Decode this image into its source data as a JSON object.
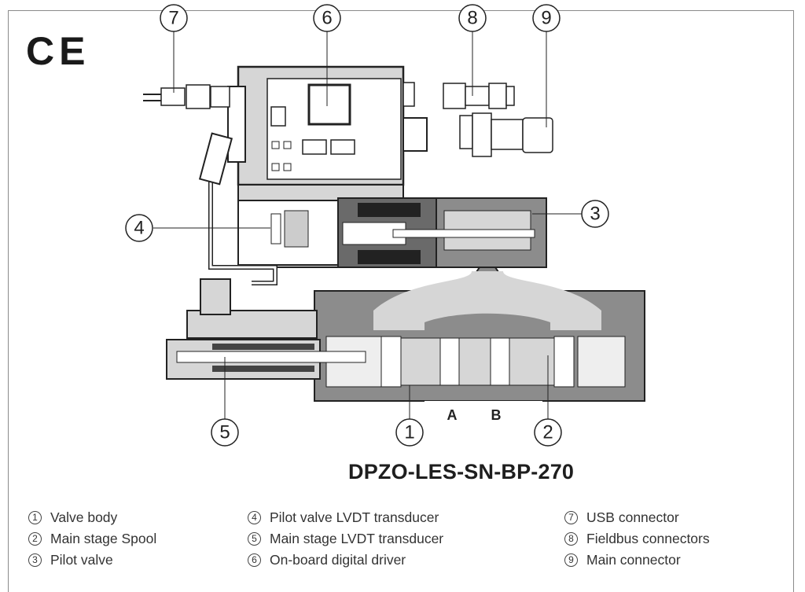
{
  "mark": "CE",
  "model_name": "DPZO-LES-SN-BP-270",
  "ports": {
    "a": "A",
    "b": "B"
  },
  "callouts": [
    "1",
    "2",
    "3",
    "4",
    "5",
    "6",
    "7",
    "8",
    "9"
  ],
  "legend": {
    "col1": [
      {
        "num": "1",
        "label": "Valve body"
      },
      {
        "num": "2",
        "label": "Main stage Spool"
      },
      {
        "num": "3",
        "label": "Pilot valve"
      }
    ],
    "col2": [
      {
        "num": "4",
        "label": "Pilot valve LVDT transducer"
      },
      {
        "num": "5",
        "label": "Main stage LVDT transducer"
      },
      {
        "num": "6",
        "label": "On-board digital driver"
      }
    ],
    "col3": [
      {
        "num": "7",
        "label": "USB connector"
      },
      {
        "num": "8",
        "label": "Fieldbus connectors"
      },
      {
        "num": "9",
        "label": "Main connector"
      }
    ]
  },
  "colors": {
    "body_fill": "#8c8c8c",
    "light_fill": "#d6d6d6",
    "stroke": "#222222"
  }
}
